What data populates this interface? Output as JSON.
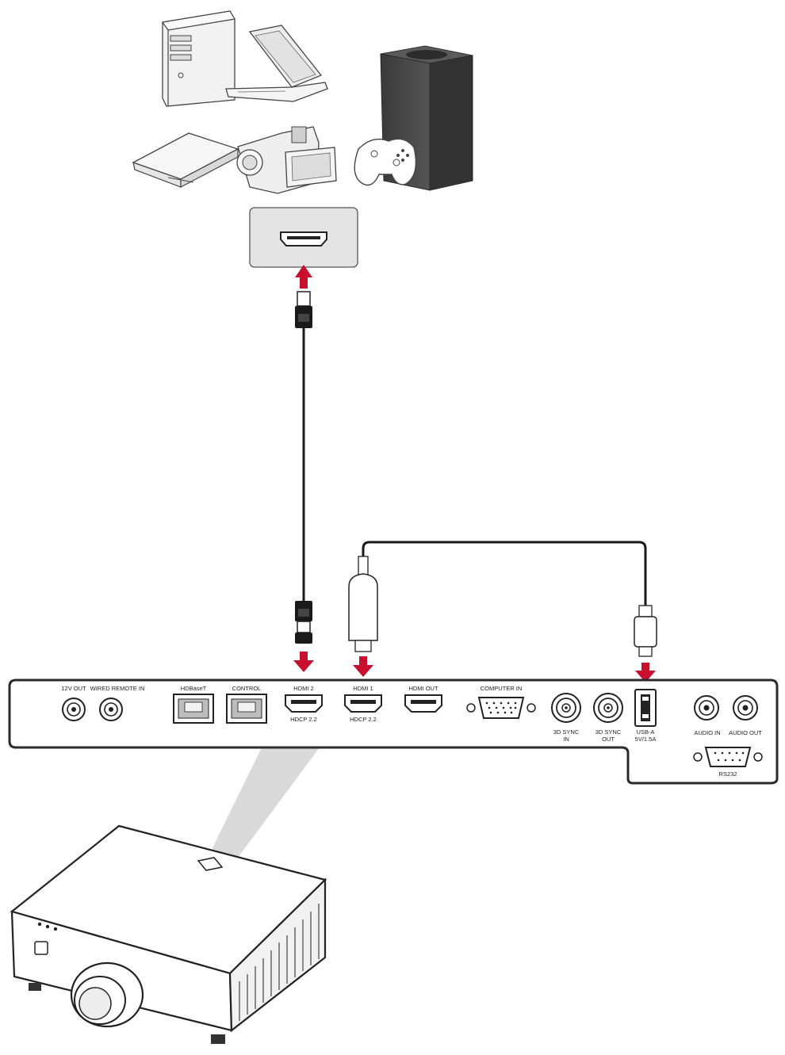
{
  "source_devices": {
    "items": [
      {
        "name": "desktop-computer"
      },
      {
        "name": "laptop"
      },
      {
        "name": "media-player"
      },
      {
        "name": "camcorder"
      },
      {
        "name": "game-console"
      },
      {
        "name": "game-controller"
      }
    ],
    "port_icon": "hdmi-port-icon"
  },
  "panel": {
    "ports": {
      "out_12v": "12V OUT",
      "wired_remote": "WIRED REMOTE IN",
      "hdbaset": "HDBaseT",
      "control": "CONTROL",
      "hdmi2": "HDMI 2",
      "hdmi2_sub": "HDCP 2.2",
      "hdmi1": "HDMI 1",
      "hdmi1_sub": "HDCP 2.2",
      "hdmi_out": "HDMI OUT",
      "computer_in": "COMPUTER IN",
      "sync_in_1": "3D SYNC",
      "sync_in_2": "IN",
      "sync_out_1": "3D SYNC",
      "sync_out_2": "OUT",
      "usb_1": "USB-A",
      "usb_2": "5V/1.5A",
      "audio_in": "AUDIO IN",
      "audio_out": "AUDIO OUT",
      "rs232": "RS232"
    }
  },
  "colors": {
    "arrow": "#c8102e",
    "cable": "#1a1a1a",
    "outline": "#2b2b2b",
    "port_plate": "#e3e3e3",
    "beam": "#d9d9d9"
  }
}
